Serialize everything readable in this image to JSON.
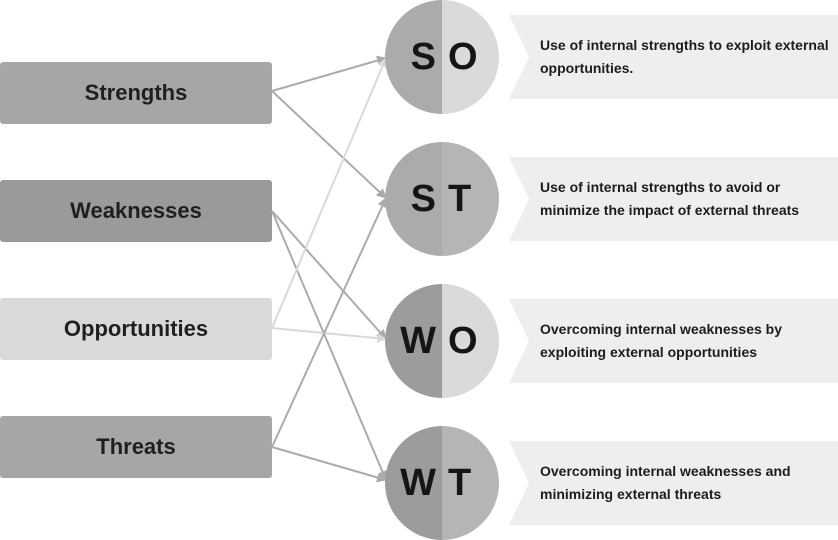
{
  "factors": {
    "strengths": "Strengths",
    "weaknesses": "Weaknesses",
    "opportunities": "Opportunities",
    "threats": "Threats"
  },
  "strategies": [
    {
      "left_letter": "S",
      "right_letter": "O",
      "description": "Use of internal strengths to exploit external opportunities."
    },
    {
      "left_letter": "S",
      "right_letter": "T",
      "description": "Use of internal strengths to avoid or minimize the impact of external threats"
    },
    {
      "left_letter": "W",
      "right_letter": "O",
      "description": "Overcoming internal weaknesses by exploiting external opportunities"
    },
    {
      "left_letter": "W",
      "right_letter": "T",
      "description": "Overcoming internal weaknesses and minimizing external threats"
    }
  ],
  "colors": {
    "strengths_box": "#a6a6a6",
    "weaknesses_box": "#9a9a9a",
    "opportunities_box": "#d9d9d9",
    "threats_box": "#a6a6a6",
    "description_box": "#eeeeee",
    "arrow": "#ababab",
    "arrow_light": "#d9d9d9"
  }
}
